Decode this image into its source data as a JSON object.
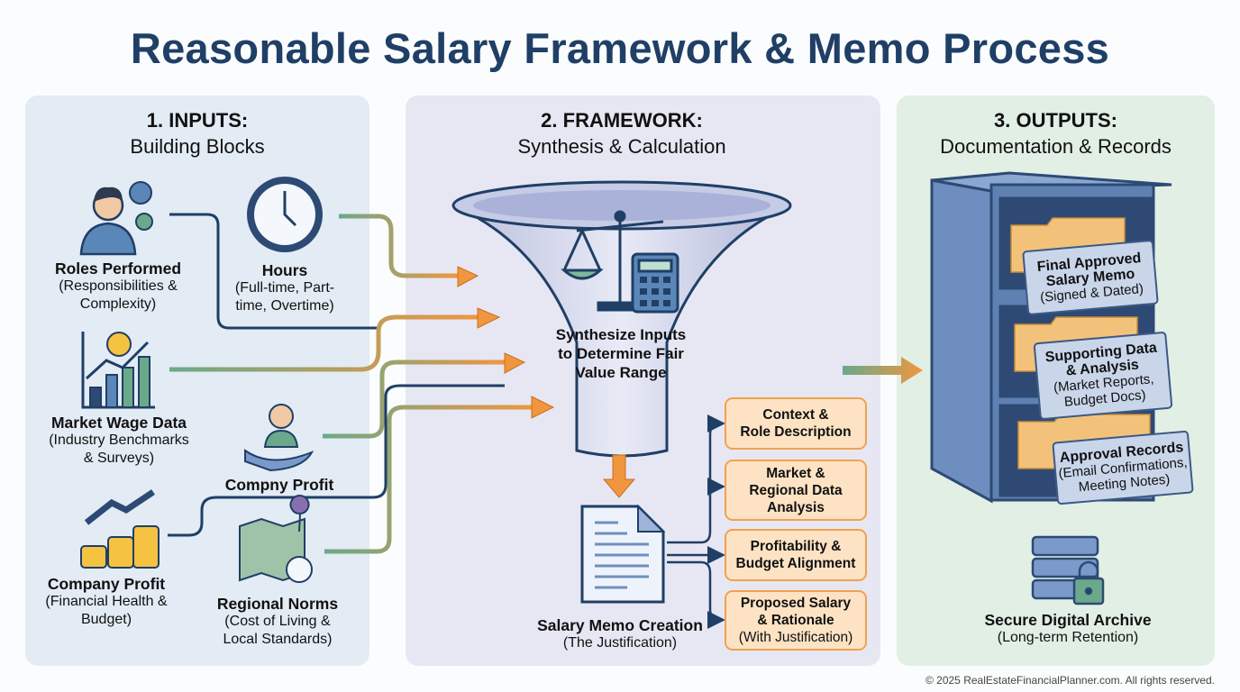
{
  "title": "Reasonable Salary Framework & Memo Process",
  "panels": {
    "inputs": {
      "heading": "1. INPUTS:",
      "subheading": "Building Blocks",
      "items": [
        {
          "title": "Roles Performed",
          "sub1": "(Responsibilities &",
          "sub2": "Complexity)",
          "icon": "person-gears-icon"
        },
        {
          "title": "Hours",
          "sub1": "(Full-time, Part-",
          "sub2": "time, Overtime)",
          "icon": "clock-icon"
        },
        {
          "title": "Market Wage Data",
          "sub1": "(Industry Benchmarks",
          "sub2": "& Surveys)",
          "icon": "bar-chart-dollar-icon"
        },
        {
          "title": "Compny Profit",
          "icon": "person-hand-icon"
        },
        {
          "title": "Company Profit",
          "sub1": "(Financial Health &",
          "sub2": "Budget)",
          "icon": "coins-growth-icon"
        },
        {
          "title": "Regional Norms",
          "sub1": "(Cost of Living &",
          "sub2": "Local Standards)",
          "icon": "map-pin-icon"
        }
      ]
    },
    "framework": {
      "heading": "2. FRAMEWORK:",
      "subheading": "Synthesis & Calculation",
      "funnel_text": [
        "Synthesize Inputs",
        "to Determine Fair",
        "Value Range"
      ],
      "memo_title": "Salary Memo Creation",
      "memo_sub": "(The Justification)",
      "components": [
        {
          "l1": "Context &",
          "l2": "Role Description"
        },
        {
          "l1": "Market &",
          "l2": "Regional Data",
          "l3": "Analysis"
        },
        {
          "l1": "Profitability &",
          "l2": "Budget Alignment"
        },
        {
          "l1": "Proposed Salary",
          "l2": "& Rationale",
          "l3": "(With Justification)"
        }
      ]
    },
    "outputs": {
      "heading": "3. OUTPUTS:",
      "subheading": "Documentation & Records",
      "drawers": [
        {
          "l1": "Final Approved",
          "l2": "Salary Memo",
          "l3": "(Signed & Dated)"
        },
        {
          "l1": "Supporting Data",
          "l2": "& Analysis",
          "l3": "(Market Reports,",
          "l4": "Budget Docs)"
        },
        {
          "l1": "Approval Records",
          "l3": "(Email Confirmations,",
          "l4": "Meeting Notes)"
        }
      ],
      "archive_title": "Secure Digital Archive",
      "archive_sub": "(Long-term Retention)"
    }
  },
  "footer": "© 2025 RealEstateFinancialPlanner.com. All rights reserved.",
  "colors": {
    "title": "#1f3f66",
    "orange": "#f0963f",
    "green": "#6aa98a",
    "navy": "#1f3f66"
  }
}
